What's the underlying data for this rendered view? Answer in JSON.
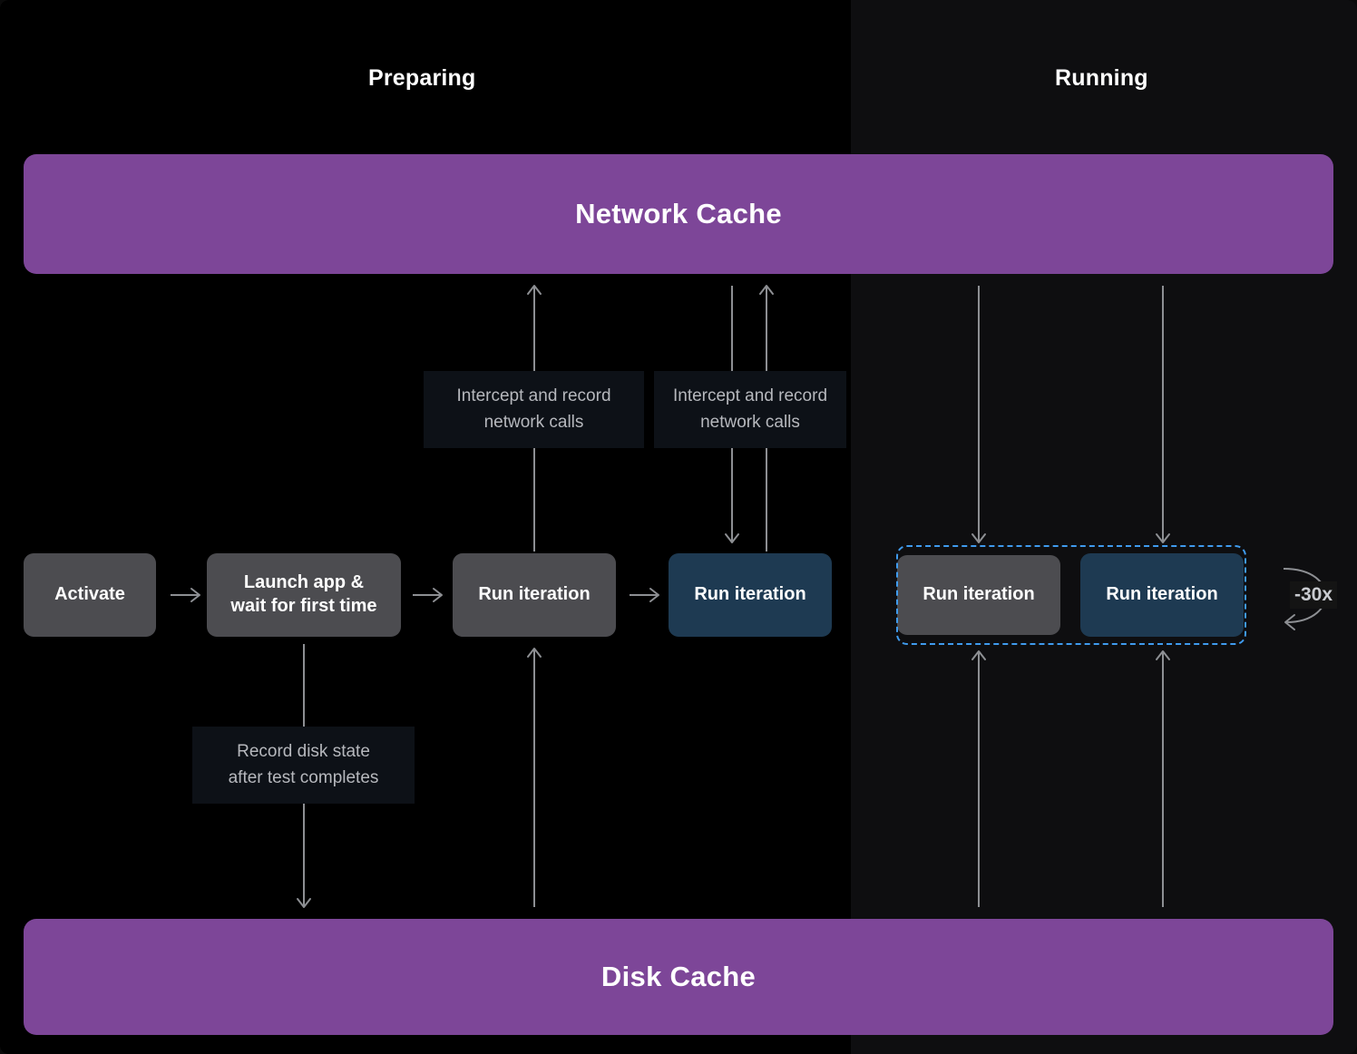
{
  "diagram": {
    "title_preparing": "Preparing",
    "title_running": "Running",
    "colors": {
      "cache_bar": "#7d4698",
      "node_gray": "#4c4c50",
      "node_blue": "#1e3a52",
      "loop_border": "#3f9bee",
      "arrow": "#8d8f93",
      "pane_preparing": "#000000",
      "pane_running": "#0e0e10",
      "note_bg": "#0d1117"
    }
  },
  "caches": {
    "network": "Network Cache",
    "disk": "Disk Cache"
  },
  "nodes": [
    {
      "id": "activate",
      "label": "Activate",
      "style": "gray",
      "phase": "preparing"
    },
    {
      "id": "launch",
      "label": "Launch app &\nwait for first time",
      "style": "gray",
      "phase": "preparing"
    },
    {
      "id": "run-prep-1",
      "label": "Run iteration",
      "style": "gray",
      "phase": "preparing"
    },
    {
      "id": "run-prep-2",
      "label": "Run iteration",
      "style": "blue",
      "phase": "preparing"
    },
    {
      "id": "run-running-1",
      "label": "Run iteration",
      "style": "gray",
      "phase": "running"
    },
    {
      "id": "run-running-2",
      "label": "Run iteration",
      "style": "blue",
      "phase": "running"
    }
  ],
  "node_labels": {
    "activate": "Activate",
    "launch_line1": "Launch app &",
    "launch_line2": "wait for first time",
    "run_iteration": "Run iteration"
  },
  "notes": {
    "intercept_1_line1": "Intercept and record",
    "intercept_1_line2": "network calls",
    "intercept_2_line1": "Intercept and record",
    "intercept_2_line2": "network calls",
    "record_disk_line1": "Record disk state",
    "record_disk_line2": "after test completes"
  },
  "repeat": {
    "label": "-30x",
    "icon": "loop-arrow-icon"
  },
  "flow_arrows": {
    "horizontal": [
      {
        "from": "activate",
        "to": "launch"
      },
      {
        "from": "launch",
        "to": "run-prep-1"
      },
      {
        "from": "run-prep-1",
        "to": "run-prep-2"
      }
    ],
    "vertical": [
      {
        "node": "run-prep-1",
        "target": "network-cache",
        "direction": "up"
      },
      {
        "node": "run-prep-2",
        "target": "network-cache",
        "direction": "down"
      },
      {
        "node": "run-prep-2",
        "target": "network-cache",
        "direction": "up"
      },
      {
        "node": "run-running-1",
        "target": "network-cache",
        "direction": "down"
      },
      {
        "node": "run-running-2",
        "target": "network-cache",
        "direction": "down"
      },
      {
        "node": "launch",
        "target": "disk-cache",
        "direction": "down"
      },
      {
        "node": "run-prep-1",
        "target": "disk-cache",
        "direction": "up"
      },
      {
        "node": "run-running-1",
        "target": "disk-cache",
        "direction": "up"
      },
      {
        "node": "run-running-2",
        "target": "disk-cache",
        "direction": "up"
      }
    ]
  }
}
